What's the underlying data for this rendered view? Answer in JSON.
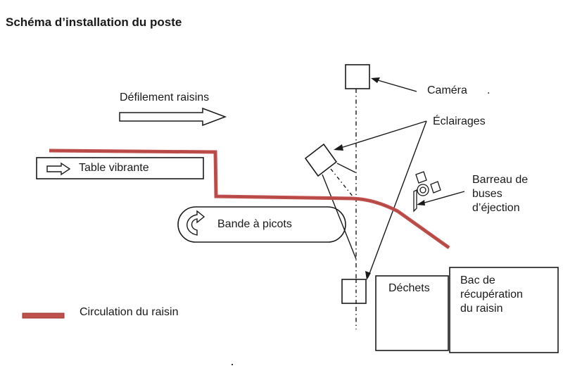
{
  "title": "Schéma d’installation du poste",
  "labels": {
    "flow_direction": "Défilement raisins",
    "vibrating_table": "Table vibrante",
    "spiked_belt": "Bande à picots",
    "camera": "Caméra",
    "camera_dot": ".",
    "lighting": "Éclairages",
    "nozzle_bar": [
      "Barreau de",
      "buses",
      "d’éjection"
    ],
    "waste": "Déchets",
    "collection_bin": [
      "Bac de",
      "récupération",
      "du raisin"
    ],
    "legend": "Circulation du raisin"
  },
  "colors": {
    "grape_path": "#c0504d",
    "line": "#1a1a1a"
  }
}
